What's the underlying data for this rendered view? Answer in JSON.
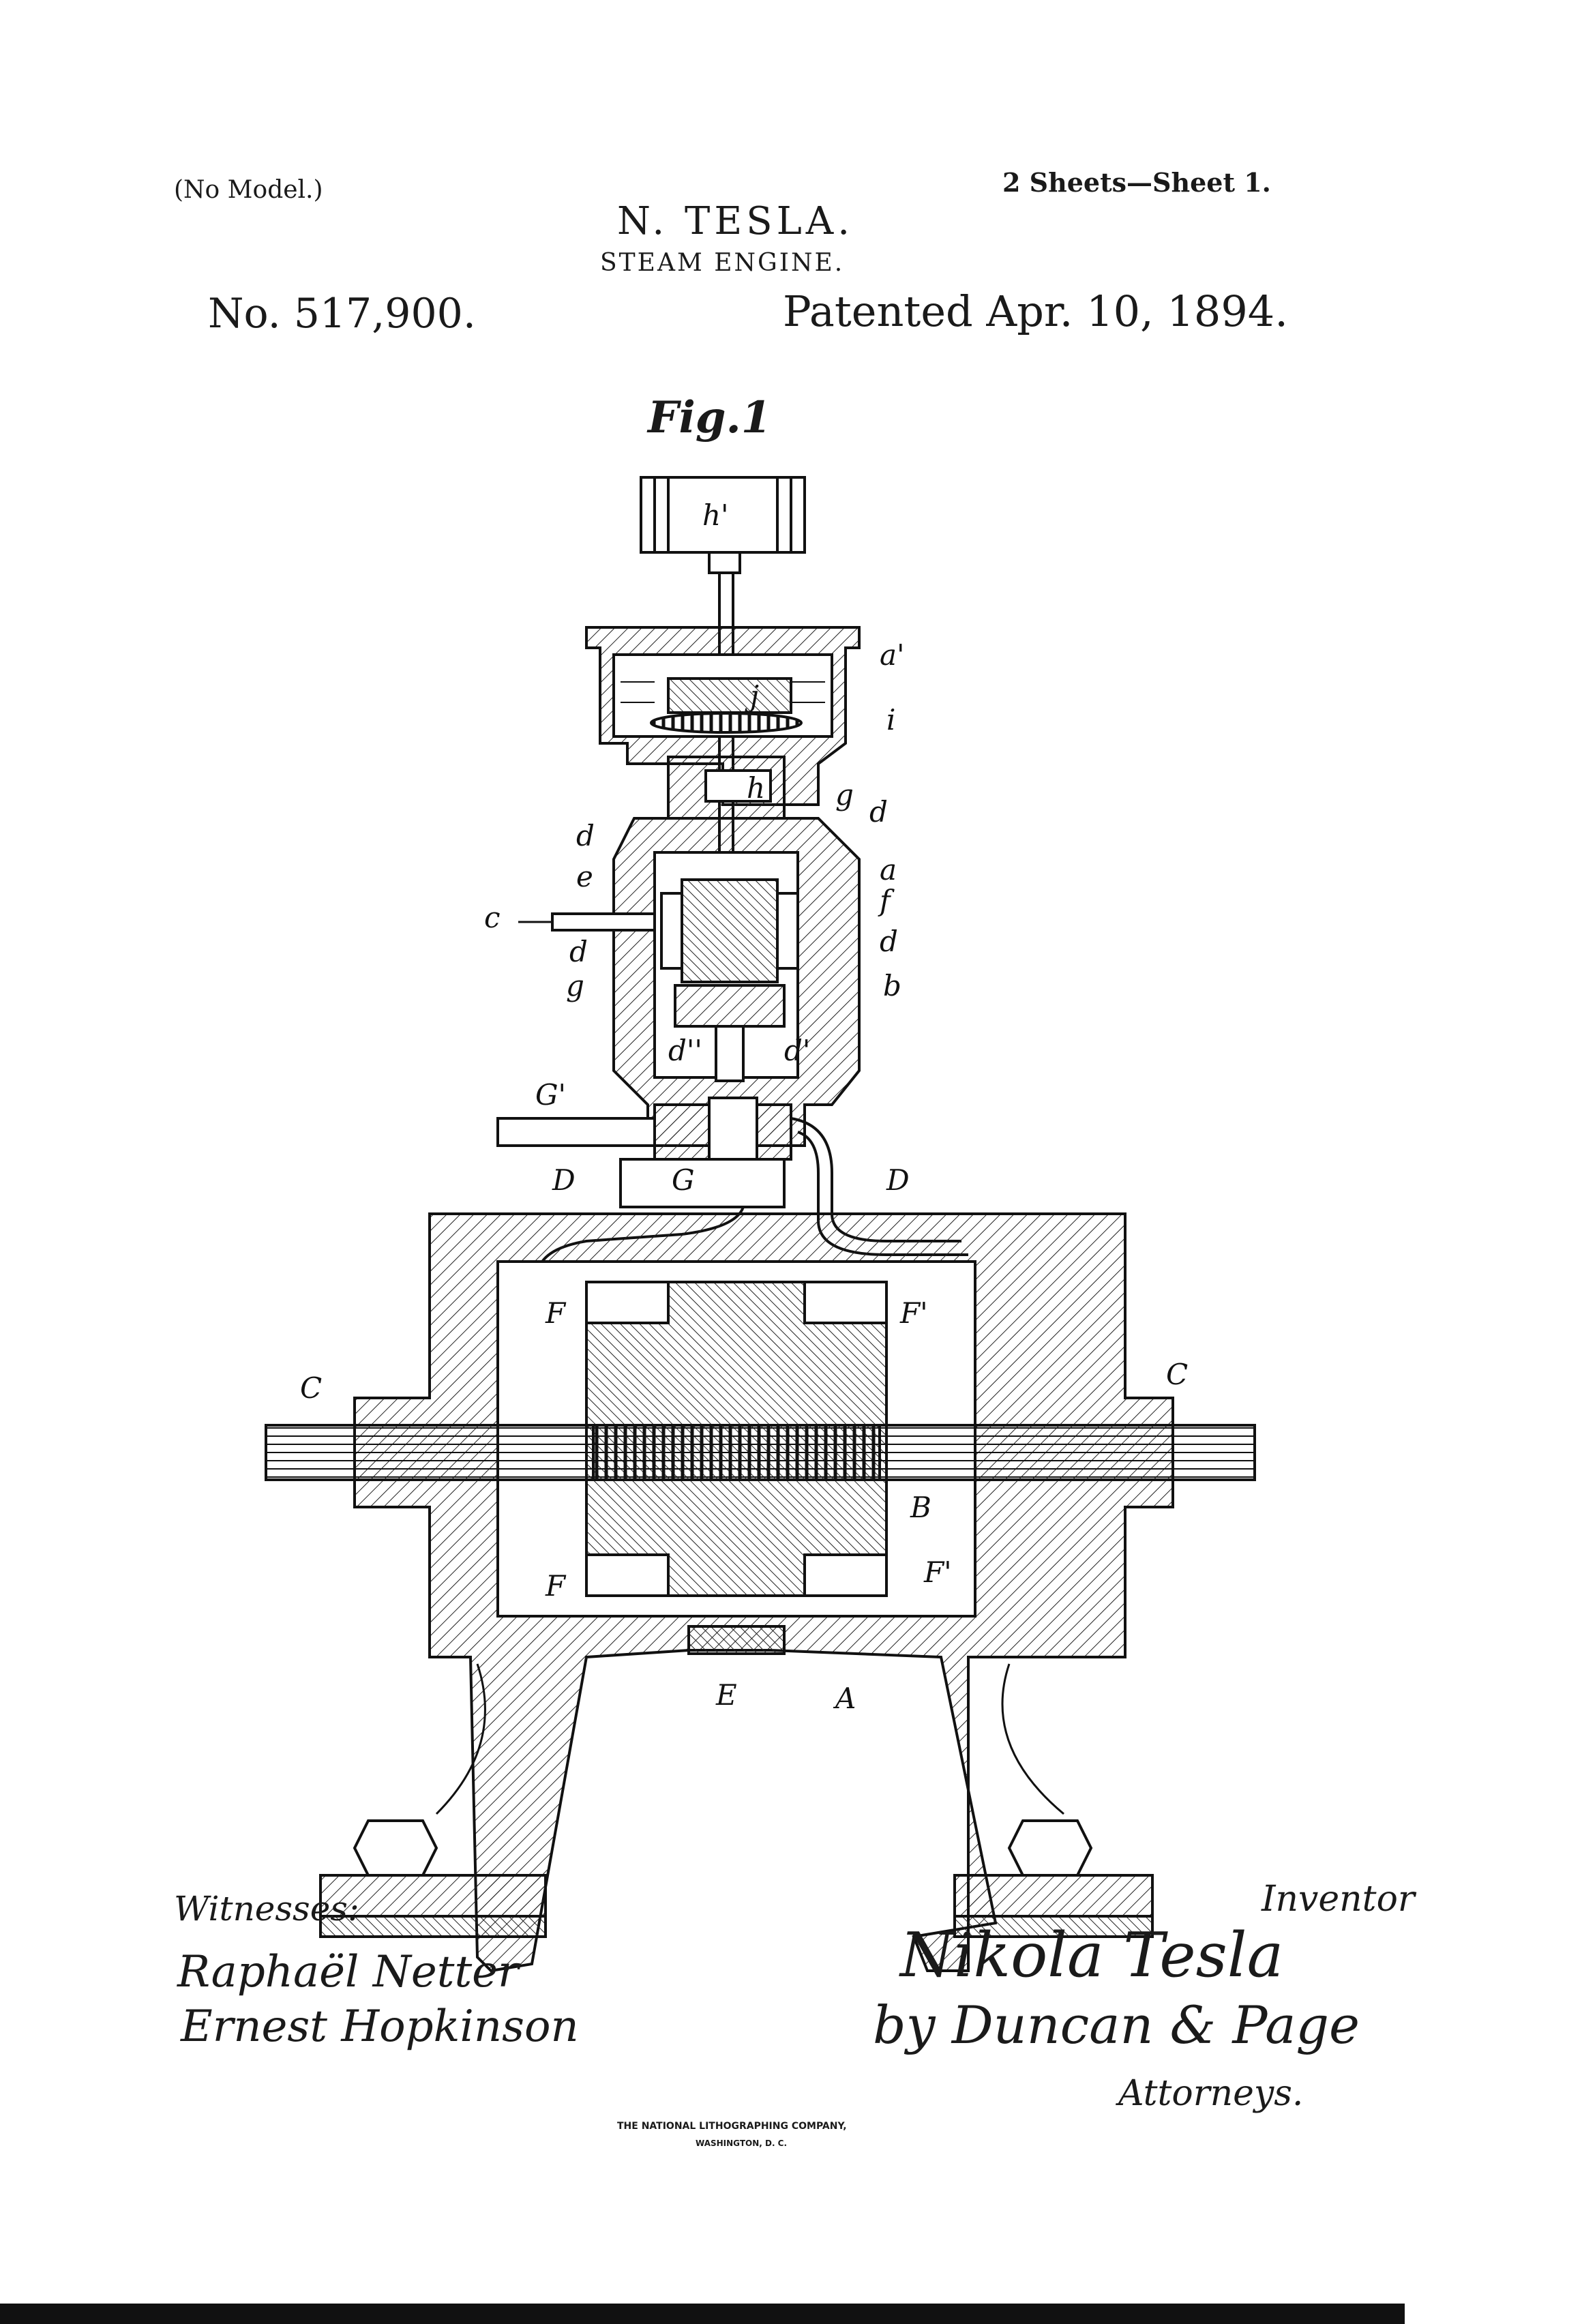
{
  "header": {
    "model": "(No Model.)",
    "sheets": "2 Sheets—Sheet 1.",
    "inventor": "N. TESLA.",
    "title": "STEAM ENGINE.",
    "patent_number": "No. 517,900.",
    "patent_date": "Patented Apr. 10, 1894."
  },
  "figure": {
    "label": "Fig.1",
    "reference_letters": {
      "h1": "h'",
      "a1": "a'",
      "j": "j",
      "i": "i",
      "h": "h",
      "g": "g",
      "d": "d",
      "a": "a",
      "e": "e",
      "f": "f",
      "c": "c",
      "b": "b",
      "d2": "d''",
      "d1": "d'",
      "G1": "G'",
      "G": "G",
      "D": "D",
      "F": "F",
      "F1": "F'",
      "C": "C",
      "B": "B",
      "E": "E",
      "A": "A"
    }
  },
  "signatures": {
    "witnesses_label": "Witnesses:",
    "witness_1": "Raphaël Netter",
    "witness_2": "Ernest Hopkinson",
    "inventor_label": "Inventor",
    "inventor_signature": "Nikola Tesla",
    "attorneys_line": "by Duncan & Page",
    "attorneys_label": "Attorneys."
  },
  "imprint": {
    "line1": "THE NATIONAL LITHOGRAPHING COMPANY,",
    "line2": "WASHINGTON, D. C."
  }
}
